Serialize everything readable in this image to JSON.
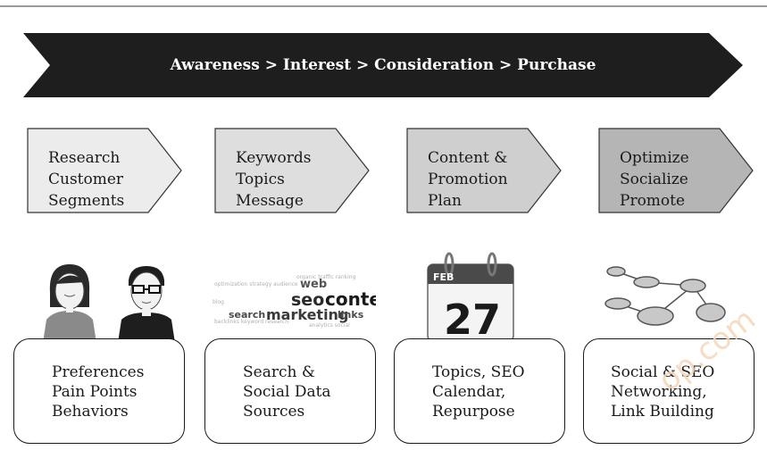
{
  "banner": {
    "text": "Awareness > Interest > Consideration > Purchase"
  },
  "steps": [
    {
      "lines": [
        "Research",
        "Customer",
        "Segments"
      ],
      "fill": "#ececec"
    },
    {
      "lines": [
        "Keywords",
        "Topics",
        "Message"
      ],
      "fill": "#dedede"
    },
    {
      "lines": [
        "Content &",
        "Promotion",
        "Plan"
      ],
      "fill": "#cfcfcf"
    },
    {
      "lines": [
        "Optimize",
        "Socialize",
        "Promote"
      ],
      "fill": "#b5b5b5"
    }
  ],
  "illustrations": {
    "people": "people-icon",
    "word_cloud": {
      "words": [
        "web",
        "seo",
        "content",
        "search",
        "marketing",
        "links"
      ]
    },
    "calendar": {
      "month": "FEB",
      "day": "27"
    },
    "network": "network-icon"
  },
  "cards": [
    {
      "lines": [
        "Preferences",
        "Pain Points",
        "Behaviors"
      ]
    },
    {
      "lines": [
        "Search &",
        "Social Data",
        "Sources"
      ]
    },
    {
      "lines": [
        "Topics, SEO",
        "Calendar,",
        "Repurpose"
      ]
    },
    {
      "lines": [
        "Social & SEO",
        "Networking,",
        "Link Building"
      ]
    }
  ],
  "watermark": {
    "text": "op.com"
  }
}
